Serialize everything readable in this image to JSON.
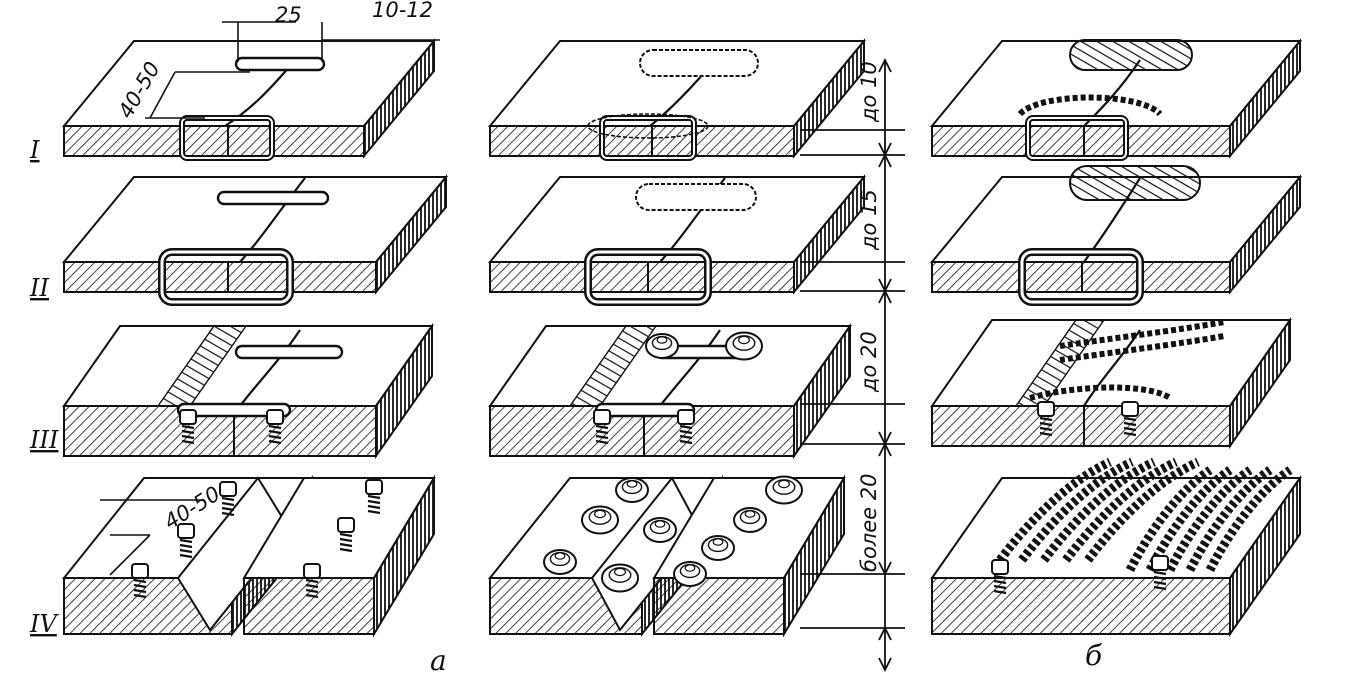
{
  "rows": [
    {
      "id": "I",
      "label": "I",
      "thickness": "до 10"
    },
    {
      "id": "II",
      "label": "II",
      "thickness": "до 15"
    },
    {
      "id": "III",
      "label": "III",
      "thickness": "до 20"
    },
    {
      "id": "IV",
      "label": "IV",
      "thickness": "более 20"
    }
  ],
  "dimensions": {
    "d25": "25",
    "d10_12": "10-12",
    "d40_50_top": "40-50",
    "d40_50_bottom": "40-50"
  },
  "columns": {
    "a": "а",
    "b": "б"
  }
}
